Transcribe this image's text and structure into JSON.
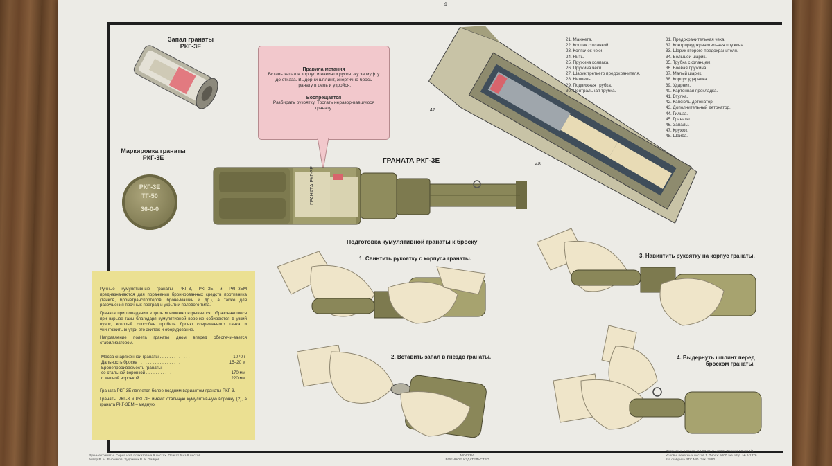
{
  "page_number": "4",
  "fuse": {
    "title": "Запал гранаты\nРКГ-3Е"
  },
  "marking": {
    "title": "Маркировка гранаты\nРКГ-3Е",
    "lines": [
      "РКГ-3Е",
      "ТГ-50",
      "36-0-0"
    ]
  },
  "rules": {
    "title": "Правила метания",
    "text1": "Вставь запал в корпус и навинти рукоят-ку за муфту до отказа. Выдерни шплинт, энергично брось гранату в цель и укройся.",
    "forbidden_title": "Воспрещается",
    "text2": "Разбирать рукоятку. Трогать неразор-вавшуюся гранату."
  },
  "grenade": {
    "title": "ГРАНАТА РКГ-3Е",
    "label_text": "ГРАНАТА РКГ-3Е"
  },
  "callouts": {
    "c47": "47",
    "c48": "48"
  },
  "legend_left": [
    "21. Манжета.",
    "22. Колпак с планкой.",
    "23. Колпачок чеки.",
    "24. Нить.",
    "25. Пружина колпака.",
    "26. Пружина чеки.",
    "27. Шарик третьего предохранителя.",
    "28. Ниппель.",
    "29. Подвижная трубка.",
    "30. Центральная трубка."
  ],
  "legend_right": [
    "31. Предохранительная чека.",
    "32. Контрпредохранительная пружина.",
    "33. Шарик второго предохранителя.",
    "34. Большой шарик.",
    "35. Трубка с фланцем.",
    "36. Боевая пружина.",
    "37. Малый шарик.",
    "38. Корпус ударника.",
    "39. Ударник.",
    "40. Картонная прокладка.",
    "41. Втулка.",
    "42. Капсюль-детонатор.",
    "43. Дополнительный детонатор.",
    "44. Гильза.",
    "45. Гранаты.",
    "46. Запалы.",
    "47. Кружок.",
    "48. Шайба."
  ],
  "preparation": {
    "title": "Подготовка кумулятивной гранаты к броску",
    "step1": "1. Свинтить рукоятку с корпуса гранаты.",
    "step2": "2. Вставить запал в гнездо гранаты.",
    "step3": "3. Навинтить рукоятку на корпус гранаты.",
    "step4": "4. Выдернуть шплинт перед\nброском гранаты."
  },
  "info": {
    "para1": "Ручные кумулятивные гранаты РКГ-3, РКГ-3Е и РКГ-3ЕМ предназначаются для поражения бронированных средств противника (танков, бронетранспортеров, броне-машин и др.), а также для разрушения прочных преград и укрытий полевого типа.",
    "para2": "Граната при попадании в цель мгновенно взрывается, образовавшиеся при взрыве газы благодаря кумулятивной воронке собираются в узкий пучок, который способен пробить броню современного танка и уничтожить внутри его экипаж и оборудование.",
    "para3": "Направление полета гранаты дном вперед обеспечи-вается стабилизатором.",
    "specs": [
      {
        "label": "Масса снаряженной гранаты . . . . . . . . . . . . .",
        "value": "1070 г"
      },
      {
        "label": "Дальность броска . . . . . . . . . . . . . . . . . . .",
        "value": "15–20 м"
      },
      {
        "label": "Бронепробиваемость гранаты:",
        "value": ""
      },
      {
        "label": "    со стальной воронкой . . . . . . . . . . . .",
        "value": "170 мм"
      },
      {
        "label": "    с медной воронкой . . . . . . . . . . . . . .",
        "value": "220 мм"
      }
    ],
    "para4": "Граната РКГ-3Е является более поздним вариантом гранаты РКГ-3.",
    "para5": "Гранаты РКГ-3 и РКГ-3Е имеют стальную кумулятив-ную воронку (2), а граната РКГ-3ЕМ – медную."
  },
  "footer": {
    "left": "Ручные гранаты. Серия из 9 плакатов на 9 листах. Плакат 5 из 9 листов.\nАвтор В. Н. Рыбников. Художник В. И. Зайцев.",
    "center": "МОСКВА\nВОЕННОЕ ИЗДАТЕЛЬСТВО",
    "right": "Подписано в печать 14.07.86. Г-12356. Формат 90x60 1/1.\nУсловн. печатных листов 1. Тираж 5000 экз. Изд. № 6/1376.\n2-я фабрика ВТС МО. Зак. 2890."
  },
  "colors": {
    "olive": "#8a8759",
    "olive_dark": "#5f5c37",
    "skin": "#efe5c9",
    "pink": "#f2c8cc",
    "yellow_box": "#ebe092"
  }
}
